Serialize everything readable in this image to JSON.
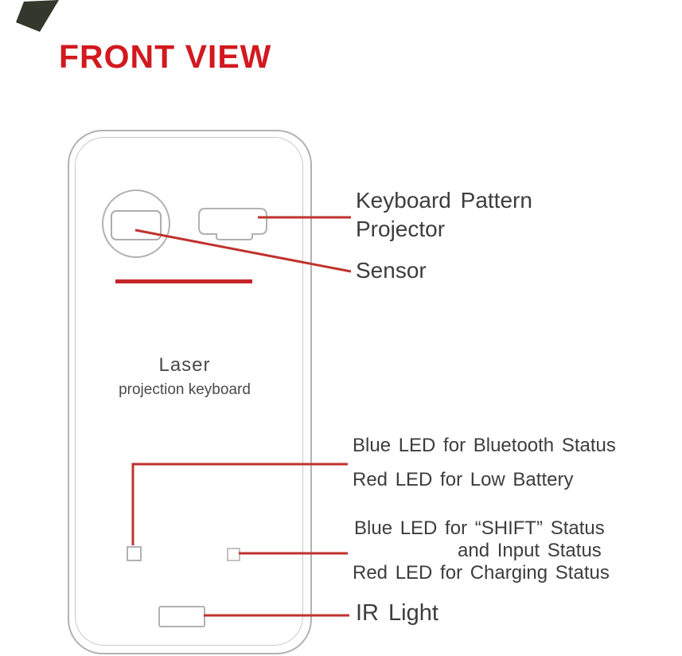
{
  "title": "FRONT VIEW",
  "device": {
    "label_line1": "Laser",
    "label_line2": "projection keyboard"
  },
  "callouts": {
    "projector_line1": "Keyboard Pattern",
    "projector_line2": "Projector",
    "sensor": "Sensor",
    "led_top_line1": "Blue LED for Bluetooth Status",
    "led_top_line2": "Red LED for Low Battery",
    "led_bottom_line1": "Blue LED for “SHIFT” Status",
    "led_bottom_line2": "and Input Status",
    "led_bottom_line3": "Red LED for Charging Status",
    "ir": "IR Light"
  },
  "colors": {
    "title_red": "#d2191f",
    "leader_line_red": "#c0322e",
    "accent_bar_red": "#c4262a",
    "outline_gray": "#b2b2b2",
    "text_dark": "#3d3d3d"
  }
}
